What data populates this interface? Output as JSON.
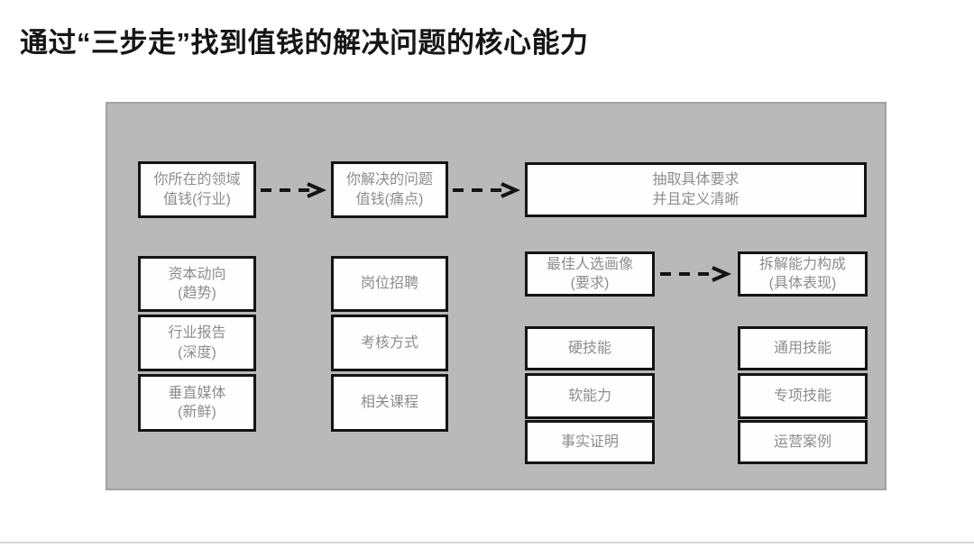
{
  "title": "通过“三步走”找到值钱的解决问题的核心能力",
  "panel": {
    "boxes": {
      "step1": [
        "你所在的领域",
        "值钱(行业)"
      ],
      "step2": [
        "你解决的问题",
        "值钱(痛点)"
      ],
      "step3": [
        "抽取具体要求",
        "并且定义清晰"
      ],
      "capital": [
        "资本动向",
        "(趋势)"
      ],
      "report": [
        "行业报告",
        "(深度)"
      ],
      "media": [
        "垂直媒体",
        "(新鲜)"
      ],
      "job": [
        "岗位招聘"
      ],
      "assessment": [
        "考核方式"
      ],
      "course": [
        "相关课程"
      ],
      "profile": [
        "最佳人选画像",
        "(要求)"
      ],
      "decompose": [
        "拆解能力构成",
        "(具体表现)"
      ],
      "hard_skill": [
        "硬技能"
      ],
      "soft_skill": [
        "软能力"
      ],
      "proof": [
        "事实证明"
      ],
      "general_skill": [
        "通用技能"
      ],
      "special_skill": [
        "专项技能"
      ],
      "case": [
        "运营案例"
      ]
    },
    "arrow_icon": "dashed-arrow"
  },
  "colors": {
    "title_text": "#161616",
    "panel_bg": "#b9b9b9",
    "panel_border": "#a2a2a2",
    "box_bg": "#fefefe",
    "box_border": "#141414",
    "box_text": "#8d8d8d",
    "arrow": "#141414"
  }
}
